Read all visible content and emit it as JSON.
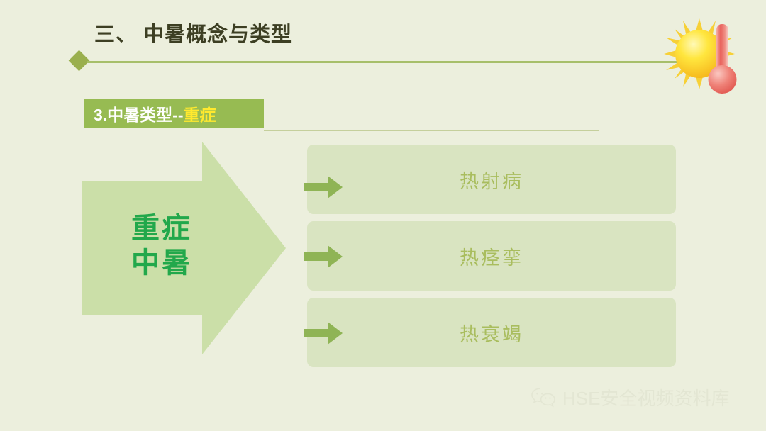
{
  "slide": {
    "background_color": "#ecefdd",
    "title": "三、 中暑概念与类型",
    "title_color": "#3d3f23",
    "rule_color": "#a7bf6a"
  },
  "subtitle": {
    "main_text": "3.中暑类型--",
    "accent_text": "重症",
    "banner_color": "#97bb52",
    "main_color": "#ffffff",
    "accent_color": "#ffe92e"
  },
  "big_arrow": {
    "label_line_1": "重症",
    "label_line_2": "中暑",
    "fill_color": "#cbdfa8",
    "text_color": "#22a84b"
  },
  "panels": [
    {
      "label": "热射病",
      "arrow_icon": "right-arrow-icon"
    },
    {
      "label": "热痉挛",
      "arrow_icon": "right-arrow-icon"
    },
    {
      "label": "热衰竭",
      "arrow_icon": "right-arrow-icon"
    }
  ],
  "panel_style": {
    "fill_color": "#d9e4c1",
    "text_color": "#a9bd5e",
    "arrow_color": "#8fb455"
  },
  "decoration": {
    "icon": "sun-thermometer-icon",
    "sun_color": "#ffd400",
    "sun_ray_color": "#f7c325",
    "thermometer_color": "#e8736a"
  },
  "footer": {
    "brand_text": "HSE安全视频资料库",
    "brand_icon": "wechat-icon",
    "brand_color": "#e3e6d3",
    "rule_color": "#dfe3c8"
  }
}
